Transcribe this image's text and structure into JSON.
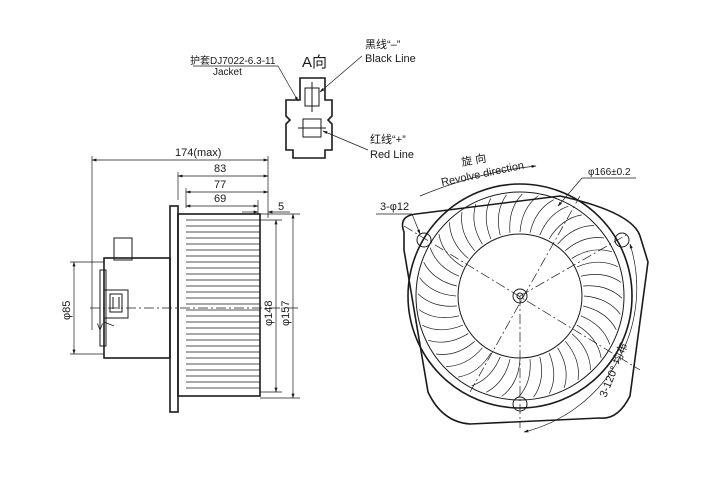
{
  "connector_view": {
    "title": "A向",
    "jacket_label_cn": "护套DJ7022-6.3-11",
    "jacket_label_en": "Jacket",
    "black_wire_cn": "黑线“–”",
    "black_wire_en": "Black Line",
    "red_wire_cn": "红线“+”",
    "red_wire_en": "Red Line"
  },
  "side_view": {
    "dim_overall": "174(max)",
    "dim_83": "83",
    "dim_77": "77",
    "dim_69": "69",
    "dim_5": "5",
    "dim_dia85": "φ85",
    "dim_dia148": "φ148",
    "dim_dia157": "φ157",
    "view_marker": "V"
  },
  "front_view": {
    "rotation_cn": "旋 向",
    "rotation_en": "Revolve direction",
    "dim_dia166": "φ166±0.2",
    "dim_holes": "3-φ12",
    "dim_spacing": "3-120° 均布"
  }
}
